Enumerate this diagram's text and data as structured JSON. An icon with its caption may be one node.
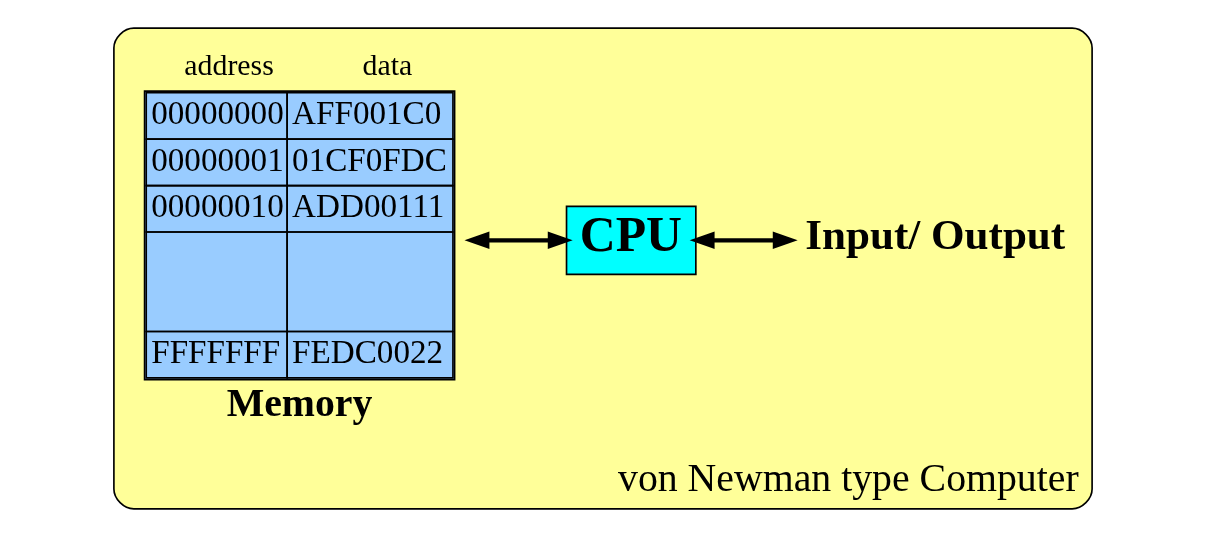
{
  "diagram": {
    "nodes": [
      {
        "text": [
          "von Newman type Computer"
        ]
      },
      {
        "text": [
          "address",
          "data",
          "00000000",
          "AFF001C0",
          "00000001",
          "01CF0FDC",
          "00000010",
          "ADD00111",
          "FFFFFFF",
          "FEDC0022",
          "Memory"
        ],
        "in": 0
      },
      {
        "text": [
          "CPU"
        ],
        "in": 0
      },
      {
        "text": [
          "Input/ Output"
        ],
        "in": 0
      }
    ],
    "edges": [
      {
        "from": 1,
        "to": 2,
        "arrow": "both"
      },
      {
        "from": 2,
        "to": 3,
        "arrow": "both"
      }
    ]
  }
}
